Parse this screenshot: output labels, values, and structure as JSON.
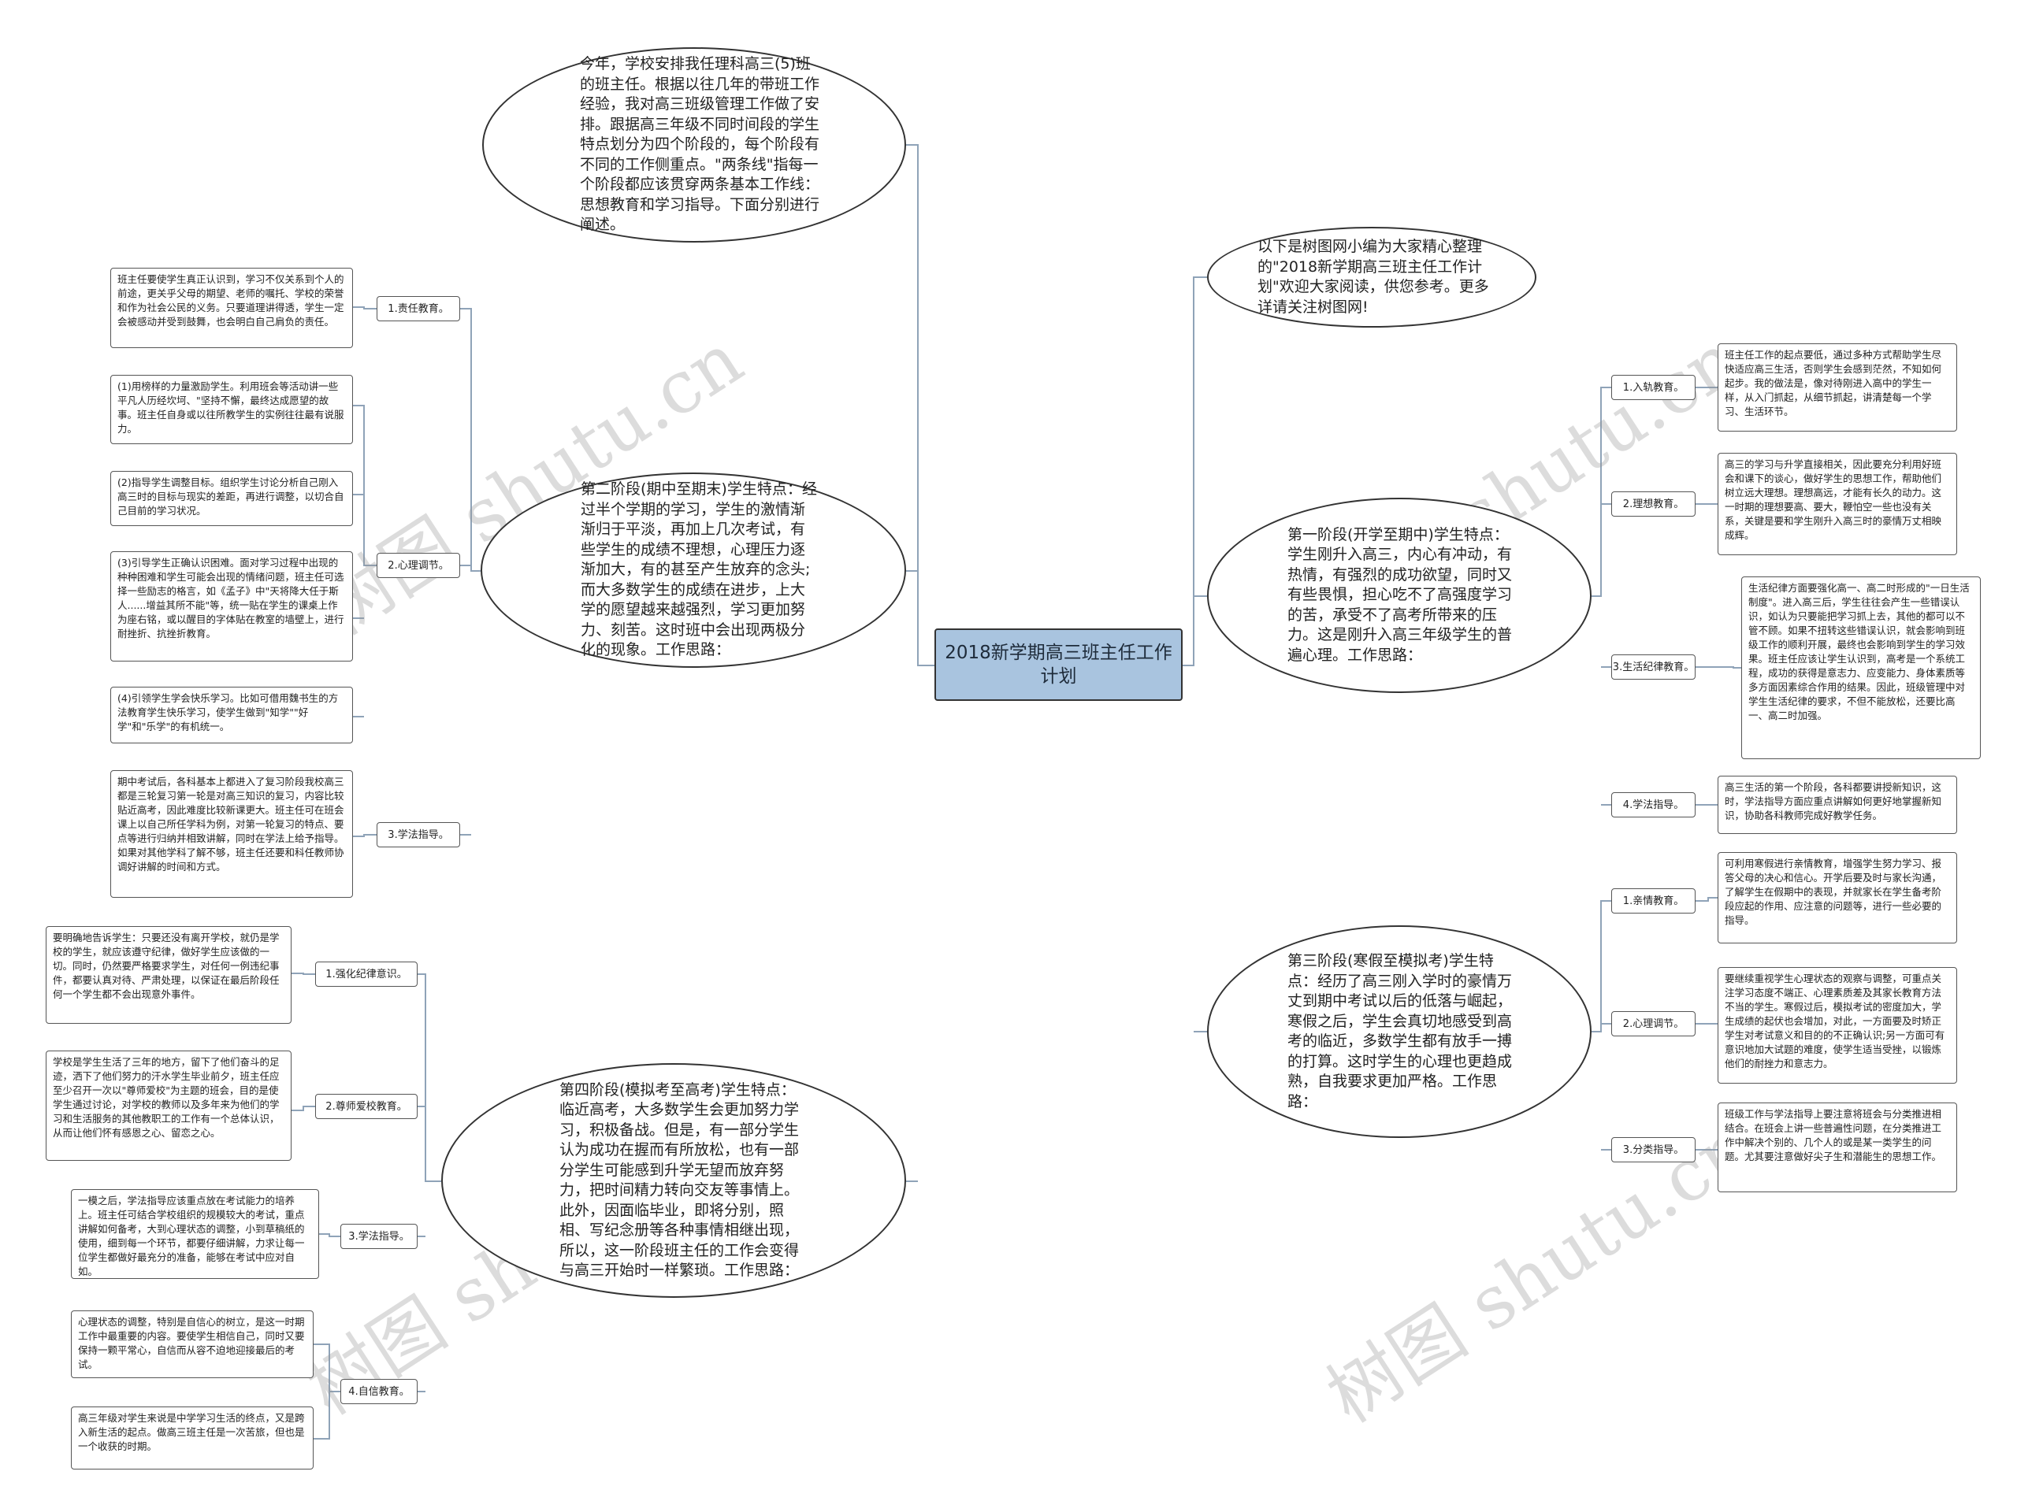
{
  "title": "2018新学期高三班主任工作计划",
  "watermark": "树图 shutu.cn",
  "colors": {
    "center_fill": "#a9c4df",
    "line": "#8fa3b8",
    "border": "#333333"
  },
  "intro": "今年，学校安排我任理科高三(5)班的班主任。根据以往几年的带班工作经验，我对高三班级管理工作做了安排。跟据高三年级不同时间段的学生特点划分为四个阶段的，每个阶段有不同的工作侧重点。\"两条线\"指每一个阶段都应该贯穿两条基本工作线：思想教育和学习指导。下面分别进行阐述。",
  "note": "以下是树图网小编为大家精心整理的\"2018新学期高三班主任工作计划\"欢迎大家阅读，供您参考。更多详请关注树图网!",
  "stages": [
    {
      "text": "第一阶段(开学至期中)学生特点：学生刚升入高三，内心有冲动，有热情，有强烈的成功欲望，同时又有些畏惧，担心吃不了高强度学习的苦，承受不了高考所带来的压力。这是刚升入高三年级学生的普遍心理。工作思路：",
      "items": [
        {
          "label": "1.入轨教育。",
          "details": [
            "班主任工作的起点要低，通过多种方式帮助学生尽快适应高三生活，否则学生会感到茫然，不知如何起步。我的做法是，像对待刚进入高中的学生一样，从入门抓起，从细节抓起，讲清楚每一个学习、生活环节。"
          ]
        },
        {
          "label": "2.理想教育。",
          "details": [
            "高三的学习与升学直接相关，因此要充分利用好班会和课下的谈心，做好学生的思想工作，帮助他们树立远大理想。理想高远，才能有长久的动力。这一时期的理想要高、要大，鞭怕空一些也没有关系，关键是要和学生刚升入高三时的豪情万丈相映成辉。"
          ]
        },
        {
          "label": "3.生活纪律教育。",
          "details": [
            "生活纪律方面要强化高一、高二时形成的\"一日生活制度\"。进入高三后，学生往往会产生一些错误认识，如认为只要能把学习抓上去，其他的都可以不管不顾。如果不扭转这些错误认识，就会影响到班级工作的顺利开展，最终也会影响到学生的学习效果。班主任应该让学生认识到，高考是一个系统工程，成功的获得是意志力、应变能力、身体素质等多方面因素综合作用的结果。因此，班级管理中对学生生活纪律的要求，不但不能放松，还要比高一、高二时加强。"
          ]
        },
        {
          "label": "4.学法指导。",
          "details": [
            "高三生活的第一个阶段，各科都要讲授新知识，这时，学法指导方面应重点讲解如何更好地掌握新知识，协助各科教师完成好教学任务。"
          ]
        }
      ]
    },
    {
      "text": "第二阶段(期中至期末)学生特点：经过半个学期的学习，学生的激情渐渐归于平淡，再加上几次考试，有些学生的成绩不理想，心理压力逐渐加大，有的甚至产生放弃的念头;而大多数学生的成绩在进步，上大学的愿望越来越强烈，学习更加努力、刻苦。这时班中会出现两极分化的现象。工作思路：",
      "items": [
        {
          "label": "1.责任教育。",
          "details": [
            "班主任要使学生真正认识到，学习不仅关系到个人的前途，更关乎父母的期望、老师的嘱托、学校的荣誉和作为社会公民的义务。只要道理讲得透，学生一定会被感动并受到鼓舞，也会明白自己肩负的责任。"
          ]
        },
        {
          "label": "2.心理调节。",
          "details": [
            "(1)用榜样的力量激励学生。利用班会等活动讲一些平凡人历经坎坷、\"坚持不懈，最终达成愿望的故事。班主任自身或以往所教学生的实例往往最有说服力。",
            "(2)指导学生调整目标。组织学生讨论分析自己刚入高三时的目标与现实的差距，再进行调整，以切合自己目前的学习状况。",
            "(3)引导学生正确认识困难。面对学习过程中出现的种种困难和学生可能会出现的情绪问题，班主任可选择一些励志的格言，如《孟子》中\"天将降大任于斯人......增益其所不能\"等，统一贴在学生的课桌上作为座右铭，或以醒目的字体贴在教室的墙壁上，进行耐挫折、抗挫折教育。",
            "(4)引领学生学会快乐学习。比如可借用魏书生的方法教育学生快乐学习，使学生做到\"知学\"\"好学\"和\"乐学\"的有机统一。"
          ]
        },
        {
          "label": "3.学法指导。",
          "details": [
            "期中考试后，各科基本上都进入了复习阶段我校高三都是三轮复习第一轮是对高三知识的复习，内容比较贴近高考，因此难度比较新课更大。班主任可在班会课上以自己所任学科为例，对第一轮复习的特点、要点等进行归纳并相致讲解，同时在学法上给予指导。如果对其他学科了解不够，班主任还要和科任教师协调好讲解的时间和方式。"
          ]
        }
      ]
    },
    {
      "text": "第三阶段(寒假至模拟考)学生特点：经历了高三刚入学时的豪情万丈到期中考试以后的低落与崛起，寒假之后，学生会真切地感受到高考的临近，多数学生都有放手一搏的打算。这时学生的心理也更趋成熟，自我要求更加严格。工作思路：",
      "items": [
        {
          "label": "1.亲情教育。",
          "details": [
            "可利用寒假进行亲情教育，增强学生努力学习、报答父母的决心和信心。开学后要及时与家长沟通，了解学生在假期中的表现，并就家长在学生备考阶段应起的作用、应注意的问题等，进行一些必要的指导。"
          ]
        },
        {
          "label": "2.心理调节。",
          "details": [
            "要继续重视学生心理状态的观察与调整，可重点关注学习态度不端正、心理素质差及其家长教育方法不当的学生。寒假过后，模拟考试的密度加大，学生成绩的起伏也会增加，对此，一方面要及时矫正学生对考试意义和目的的不正确认识;另一方面可有意识地加大试题的难度，使学生适当受挫，以锻炼他们的耐挫力和意志力。"
          ]
        },
        {
          "label": "3.分类指导。",
          "details": [
            "班级工作与学法指导上要注意将班会与分类推进相结合。在班会上讲一些普遍性问题，在分类推进工作中解决个别的、几个人的或是某一类学生的问题。尤其要注意做好尖子生和潜能生的思想工作。"
          ]
        }
      ]
    },
    {
      "text": "第四阶段(模拟考至高考)学生特点：临近高考，大多数学生会更加努力学习，积极备战。但是，有一部分学生认为成功在握而有所放松，也有一部分学生可能感到升学无望而放弃努力，把时间精力转向交友等事情上。此外，因面临毕业，即将分别，照相、写纪念册等各种事情相继出现，所以，这一阶段班主任的工作会变得与高三开始时一样繁琐。工作思路：",
      "items": [
        {
          "label": "1.强化纪律意识。",
          "details": [
            "要明确地告诉学生：只要还没有离开学校，就仍是学校的学生，就应该遵守纪律，做好学生应该做的一切。同时，仍然要严格要求学生，对任何一例违纪事件，都要认真对待、严肃处理，以保证在最后阶段任何一个学生都不会出现意外事件。"
          ]
        },
        {
          "label": "2.尊师爱校教育。",
          "details": [
            "学校是学生生活了三年的地方，留下了他们奋斗的足迹，洒下了他们努力的汗水学生毕业前夕，班主任应至少召开一次以\"尊师爱校\"为主题的班会，目的是使学生通过讨论，对学校的教师以及多年来为他们的学习和生活服务的其他教职工的工作有一个总体认识，从而让他们怀有感恩之心、留恋之心。"
          ]
        },
        {
          "label": "3.学法指导。",
          "details": [
            "一模之后，学法指导应该重点放在考试能力的培养上。班主任可结合学校组织的规模较大的考试，重点讲解如何备考，大到心理状态的调整，小到草稿纸的使用，细到每一个环节，都要仔细讲解，力求让每一位学生都做好最充分的准备，能够在考试中应对自如。"
          ]
        },
        {
          "label": "4.自信教育。",
          "details": [
            "心理状态的调整，特别是自信心的树立，是这一时期工作中最重要的内容。要使学生相信自己，同时又要保持一颗平常心，自信而从容不迫地迎接最后的考试。",
            "高三年级对学生来说是中学学习生活的终点，又是跨入新生活的起点。做高三班主任是一次苦旅，但也是一个收获的时期。"
          ]
        }
      ]
    }
  ]
}
